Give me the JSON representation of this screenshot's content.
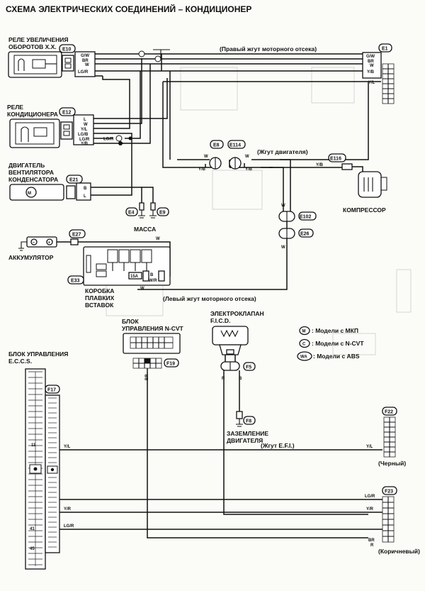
{
  "title": "СХЕМА ЭЛЕКТРИЧЕСКИХ СОЕДИНЕНИЙ – КОНДИЦИОНЕР",
  "components": {
    "idle_relay": [
      "РЕЛЕ УВЕЛИЧЕНИЯ",
      "ОБОРОТОВ Х.Х."
    ],
    "ac_relay": [
      "РЕЛЕ",
      "КОНДИЦИОНЕРА"
    ],
    "cond_fan": [
      "ДВИГАТЕЛЬ",
      "ВЕНТИЛЯТОРА",
      "КОНДЕНСАТОРА"
    ],
    "battery": "АККУМУЛЯТОР",
    "fuse_box": [
      "КОРОБКА",
      "ПЛАВКИХ",
      "ВСТАВОК"
    ],
    "mass": "МАССА",
    "compressor": "КОМПРЕССОР",
    "ncvt_unit": [
      "БЛОК",
      "УПРАВЛЕНИЯ N-CVT"
    ],
    "ficd": [
      "ЭЛЕКТРОКЛАПАН",
      "F.I.C.D."
    ],
    "engine_ground": [
      "ЗАЗЕМЛЕНИЕ",
      "ДВИГАТЕЛЯ"
    ],
    "eccs": [
      "БЛОК УПРАВЛЕНИЯ",
      "E.C.C.S."
    ],
    "fuse_rating": "15A"
  },
  "harnesses": {
    "right": "(Правый жгут моторного отсека)",
    "engine": "(Жгут двигателя)",
    "left": "(Левый жгут моторного отсека)",
    "efi": "(Жгут E.F.I.)",
    "black": "(Черный)",
    "brown": "(Коричневый)"
  },
  "connectors": {
    "e10": "E10",
    "e12": "E12",
    "e21": "E21",
    "e27": "E27",
    "e33": "E33",
    "e4": "E4",
    "e9": "E9",
    "e1": "E1",
    "e8": "E8",
    "e114": "E114",
    "e116": "E116",
    "e102": "E102",
    "e26": "E26",
    "f19": "F19",
    "f5": "F5",
    "f8": "F8",
    "f17": "F17",
    "f22": "F22",
    "f23": "F23"
  },
  "legend": [
    {
      "symbol": "M",
      "text": ": Модели с МКП"
    },
    {
      "symbol": "C",
      "text": ": Модели с N-CVT"
    },
    {
      "symbol": "WA",
      "text": ": Модели с ABS"
    }
  ],
  "wires": {
    "gw": "G/W",
    "br": "BR",
    "w": "W",
    "lgr": "LG/R",
    "l": "L",
    "yl": "Y/L",
    "lgb": "LG/B",
    "yb": "Y/B",
    "b": "B",
    "r": "R",
    "wr": "W/R",
    "yr": "Y/R"
  },
  "pins": {
    "p11": "11",
    "p41": "41",
    "p45": "45"
  }
}
